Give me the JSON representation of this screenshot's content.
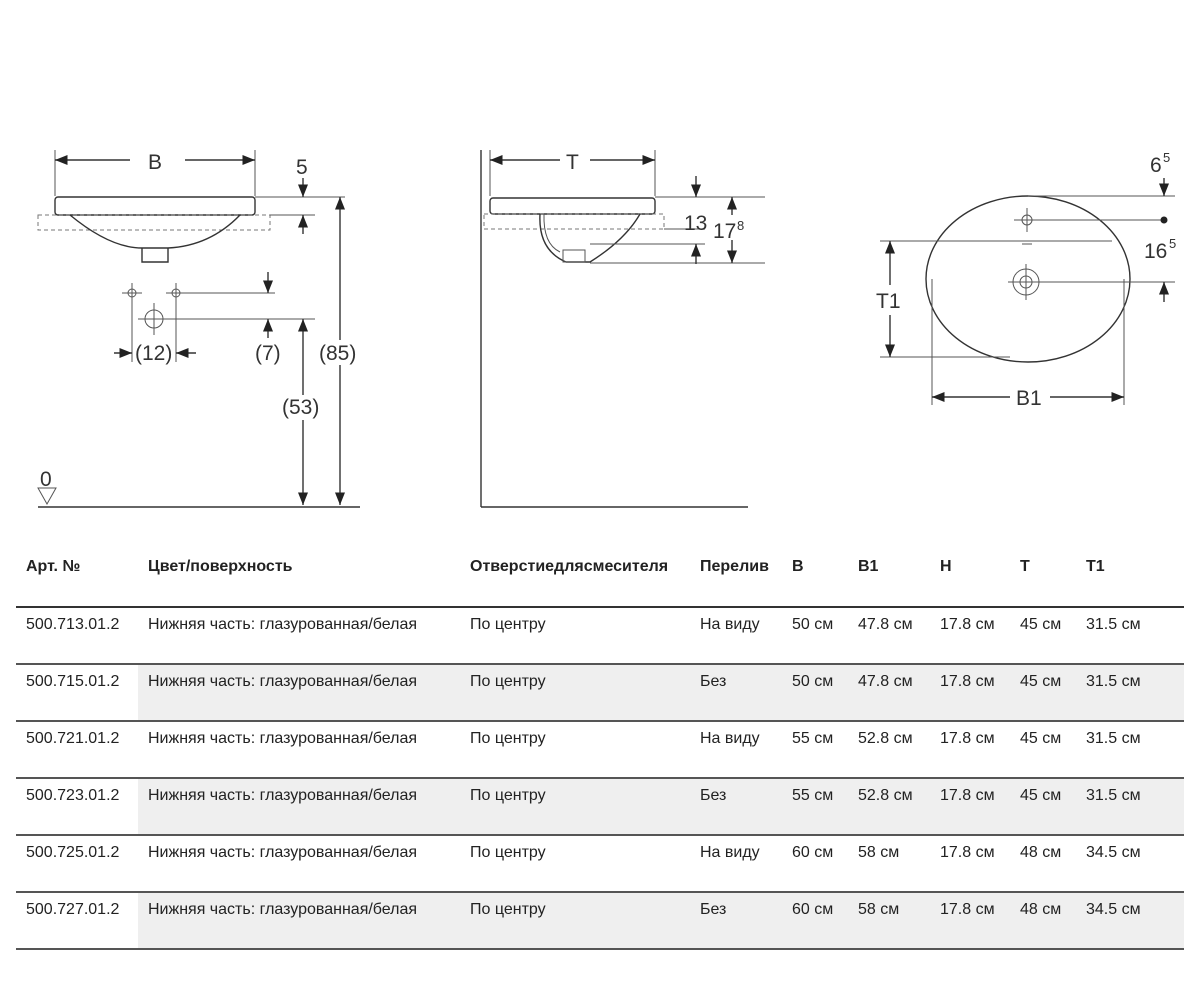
{
  "drawing": {
    "front": {
      "b_label": "B",
      "top_dim": "5",
      "hole_spacing": "(12)",
      "tap_offset": "(7)",
      "height_53": "(53)",
      "height_85": "(85)",
      "floor_label": "0"
    },
    "side": {
      "t_label": "T",
      "dim_13": "13",
      "dim_178_main": "17",
      "dim_178_sup": "8"
    },
    "top": {
      "dim_65_main": "6",
      "dim_65_sup": "5",
      "dim_165_main": "16",
      "dim_165_sup": "5",
      "t1_label": "T1",
      "b1_label": "B1"
    }
  },
  "table": {
    "headers": [
      "Арт. №",
      "Цвет/поверхность",
      "Отверстиедлясмесителя",
      "Перелив",
      "B",
      "B1",
      "H",
      "T",
      "T1"
    ],
    "rows": [
      [
        "500.713.01.2",
        "Нижняя часть: глазурованная/белая",
        "По центру",
        "На виду",
        "50 см",
        "47.8 см",
        "17.8 см",
        "45 см",
        "31.5 см"
      ],
      [
        "500.715.01.2",
        "Нижняя часть: глазурованная/белая",
        "По центру",
        "Без",
        "50 см",
        "47.8 см",
        "17.8 см",
        "45 см",
        "31.5 см"
      ],
      [
        "500.721.01.2",
        "Нижняя часть: глазурованная/белая",
        "По центру",
        "На виду",
        "55 см",
        "52.8 см",
        "17.8 см",
        "45 см",
        "31.5 см"
      ],
      [
        "500.723.01.2",
        "Нижняя часть: глазурованная/белая",
        "По центру",
        "Без",
        "55 см",
        "52.8 см",
        "17.8 см",
        "45 см",
        "31.5 см"
      ],
      [
        "500.725.01.2",
        "Нижняя часть: глазурованная/белая",
        "По центру",
        "На виду",
        "60 см",
        "58 см",
        "17.8 см",
        "48 см",
        "34.5 см"
      ],
      [
        "500.727.01.2",
        "Нижняя часть: глазурованная/белая",
        "По центру",
        "Без",
        "60 см",
        "58 см",
        "17.8 см",
        "48 см",
        "34.5 см"
      ]
    ]
  }
}
